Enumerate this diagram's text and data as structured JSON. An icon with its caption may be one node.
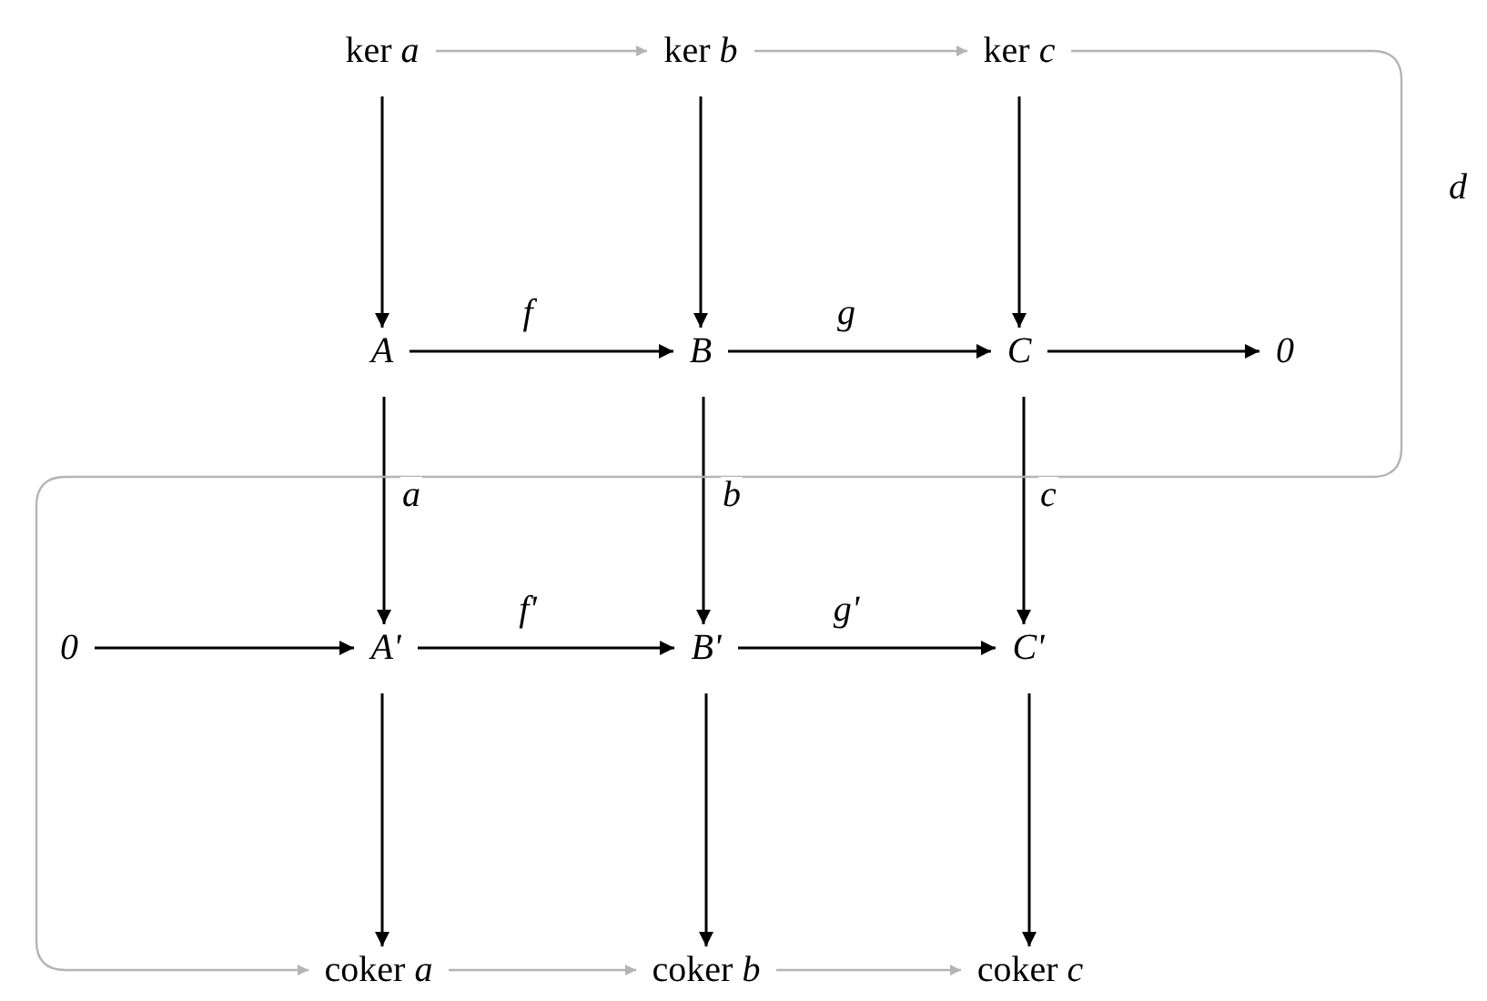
{
  "diagram": {
    "nodes": [
      {
        "text": [
          "ker *a*"
        ]
      },
      {
        "text": [
          "ker *b*"
        ]
      },
      {
        "text": [
          "ker *c*"
        ]
      },
      {
        "text": [
          "A"
        ]
      },
      {
        "text": [
          "B"
        ]
      },
      {
        "text": [
          "C"
        ]
      },
      {
        "text": [
          "0"
        ]
      },
      {
        "text": [
          "0"
        ]
      },
      {
        "text": [
          "A'"
        ]
      },
      {
        "text": [
          "B'"
        ]
      },
      {
        "text": [
          "C'"
        ]
      },
      {
        "text": [
          "coker *a*"
        ]
      },
      {
        "text": [
          "coker *b*"
        ]
      },
      {
        "text": [
          "coker *c*"
        ]
      }
    ],
    "edges": [
      {
        "from": 0,
        "to": 1,
        "arrow": "to",
        "color": "#b4b4b4"
      },
      {
        "from": 1,
        "to": 2,
        "arrow": "to",
        "color": "#b4b4b4"
      },
      {
        "from": 0,
        "to": 3,
        "arrow": "to"
      },
      {
        "from": 1,
        "to": 4,
        "arrow": "to"
      },
      {
        "from": 2,
        "to": 5,
        "arrow": "to"
      },
      {
        "from": 3,
        "to": 4,
        "arrow": "to",
        "label": "f"
      },
      {
        "from": 4,
        "to": 5,
        "arrow": "to",
        "label": "g"
      },
      {
        "from": 5,
        "to": 6,
        "arrow": "to"
      },
      {
        "from": 3,
        "to": 8,
        "arrow": "to",
        "label": "a"
      },
      {
        "from": 4,
        "to": 9,
        "arrow": "to",
        "label": "b"
      },
      {
        "from": 5,
        "to": 10,
        "arrow": "to",
        "label": "c"
      },
      {
        "from": 7,
        "to": 8,
        "arrow": "to"
      },
      {
        "from": 8,
        "to": 9,
        "arrow": "to",
        "label": "f'"
      },
      {
        "from": 9,
        "to": 10,
        "arrow": "to",
        "label": "g'"
      },
      {
        "from": 8,
        "to": 11,
        "arrow": "to"
      },
      {
        "from": 9,
        "to": 12,
        "arrow": "to"
      },
      {
        "from": 10,
        "to": 13,
        "arrow": "to"
      },
      {
        "from": 11,
        "to": 12,
        "arrow": "to",
        "color": "#b4b4b4"
      },
      {
        "from": 12,
        "to": 13,
        "arrow": "to",
        "color": "#b4b4b4"
      },
      {
        "from": 2,
        "to": 11,
        "arrow": "to",
        "color": "#b4b4b4",
        "label": "d"
      }
    ]
  }
}
